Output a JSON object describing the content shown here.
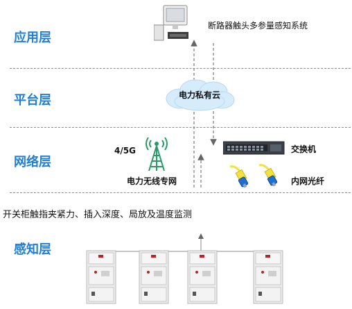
{
  "layers": {
    "application": "应用层",
    "platform": "平台层",
    "network": "网络层",
    "perception": "感知层"
  },
  "application": {
    "system_label": "断路器触头多参量感知系统",
    "icon": "desktop-computer-icon"
  },
  "platform": {
    "cloud_label": "电力私有云",
    "icon": "cloud-icon"
  },
  "network": {
    "band_label": "4/5G",
    "wireless_label": "电力无线专网",
    "switch_label": "交换机",
    "fiber_label": "内网光纤",
    "icons": [
      "cell-tower-icon",
      "network-switch-icon",
      "fiber-connector-icon"
    ]
  },
  "perception": {
    "monitoring_text": "开关柜触指夹紧力、插入深度、局放及温度监测",
    "cabinet_count": 4,
    "icon": "switchgear-cabinet-icon"
  },
  "colors": {
    "layer_label": "#1f7ed6",
    "cloud": "#d6ecfb",
    "tower": "#2a9a68",
    "fiber": "#f5e13b",
    "cabinet": "#ececec",
    "cabinet_accent": "#b8242a",
    "divider": "#8c8c8c"
  }
}
